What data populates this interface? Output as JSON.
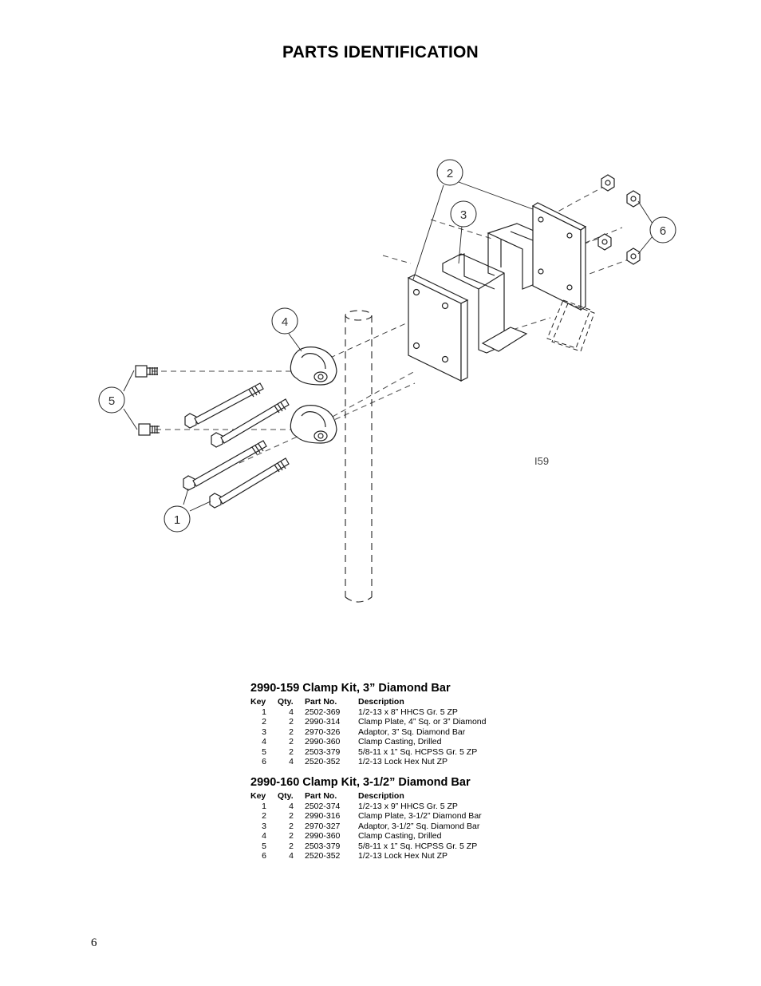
{
  "page": {
    "title": "PARTS IDENTIFICATION",
    "page_number": "6"
  },
  "diagram": {
    "drawing_number": "I59",
    "callouts": [
      "1",
      "2",
      "3",
      "4",
      "5",
      "6"
    ]
  },
  "kits": [
    {
      "title": "2990-159  Clamp Kit, 3” Diamond Bar",
      "columns": [
        "Key",
        "Qty.",
        "Part No.",
        "Description"
      ],
      "rows": [
        [
          "1",
          "4",
          "2502-369",
          "1/2-13 x 8” HHCS Gr. 5 ZP"
        ],
        [
          "2",
          "2",
          "2990-314",
          "Clamp Plate, 4” Sq. or 3” Diamond"
        ],
        [
          "3",
          "2",
          "2970-326",
          "Adaptor, 3” Sq. Diamond Bar"
        ],
        [
          "4",
          "2",
          "2990-360",
          "Clamp Casting, Drilled"
        ],
        [
          "5",
          "2",
          "2503-379",
          "5/8-11 x 1” Sq. HCPSS Gr. 5 ZP"
        ],
        [
          "6",
          "4",
          "2520-352",
          "1/2-13 Lock Hex Nut ZP"
        ]
      ]
    },
    {
      "title": "2990-160  Clamp Kit, 3-1/2” Diamond Bar",
      "columns": [
        "Key",
        "Qty.",
        "Part No.",
        "Description"
      ],
      "rows": [
        [
          "1",
          "4",
          "2502-374",
          "1/2-13 x 9” HHCS Gr. 5 ZP"
        ],
        [
          "2",
          "2",
          "2990-316",
          "Clamp Plate, 3-1/2” Diamond Bar"
        ],
        [
          "3",
          "2",
          "2970-327",
          "Adaptor, 3-1/2” Sq. Diamond Bar"
        ],
        [
          "4",
          "2",
          "2990-360",
          "Clamp Casting, Drilled"
        ],
        [
          "5",
          "2",
          "2503-379",
          "5/8-11 x 1” Sq. HCPSS Gr. 5 ZP"
        ],
        [
          "6",
          "4",
          "2520-352",
          "1/2-13 Lock Hex Nut ZP"
        ]
      ]
    }
  ]
}
